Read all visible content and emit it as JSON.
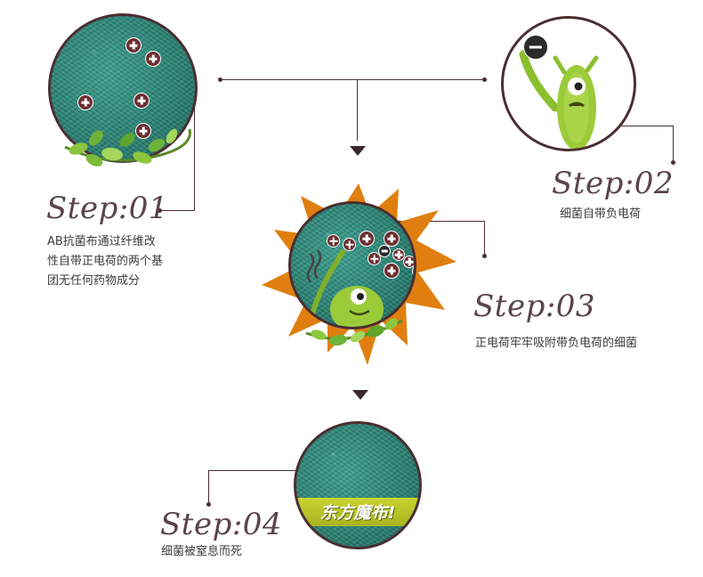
{
  "steps": [
    {
      "title": "Step:01",
      "desc_lines": [
        "AB抗菌布通过纤维改",
        "性自带正电荷的两个基",
        "团无任何药物成分"
      ]
    },
    {
      "title": "Step:02",
      "desc_lines": [
        "细菌自带负电荷"
      ]
    },
    {
      "title": "Step:03",
      "desc_lines": [
        "正电荷牢牢吸附带负电荷的细菌"
      ]
    },
    {
      "title": "Step:04",
      "desc_lines": [
        "细菌被窒息而死"
      ]
    }
  ],
  "brand_label": "东方魔布!",
  "colors": {
    "line": "#4a2f31",
    "title": "#5a4446",
    "fabric": "#2a8a7b",
    "positive_charge": "#6d2e31",
    "burst": "#e07f0f",
    "band": "#c0cb2a",
    "bacteria": "#9ccb3a"
  }
}
